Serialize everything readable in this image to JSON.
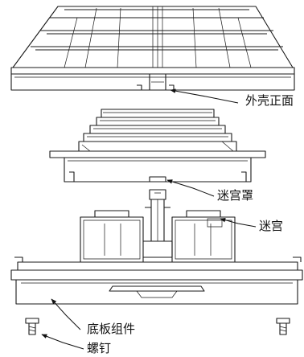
{
  "callouts": {
    "outer_shell_front": "外壳正面",
    "labyrinth_cover": "迷宫罩",
    "labyrinth": "迷宫",
    "base_assembly": "底板组件",
    "screw": "螺钉"
  }
}
